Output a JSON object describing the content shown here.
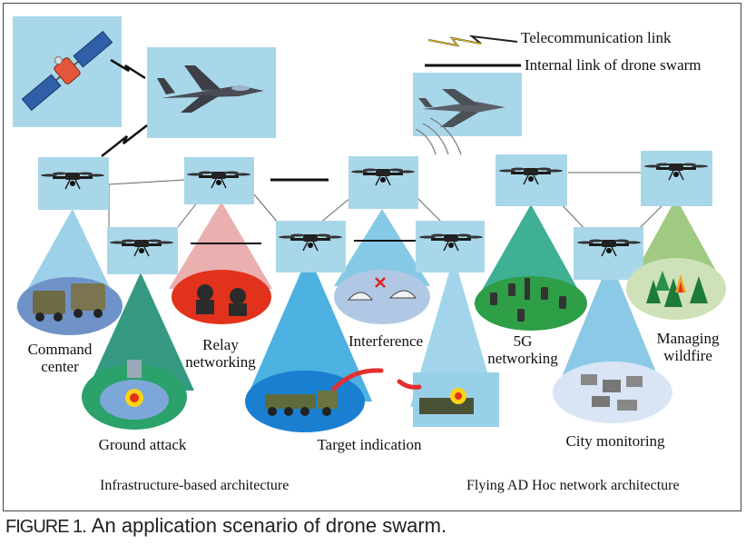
{
  "legend": {
    "telecom_label": "Telecommunication link",
    "internal_label": "Internal link of drone swarm"
  },
  "nodes": {
    "command_center": "Command center",
    "ground_attack": "Ground attack",
    "relay_networking": "Relay networking",
    "interference": "Interference",
    "target_indication": "Target indication",
    "fiveg_networking": "5G networking",
    "managing_wildfire": "Managing wildfire",
    "city_monitoring": "City monitoring"
  },
  "architectures": {
    "infrastructure": "Infrastructure-based architecture",
    "flying_adhoc": "Flying AD Hoc network architecture"
  },
  "caption": {
    "figure_no": "FIGURE 1.",
    "text": "An application scenario of drone swarm."
  },
  "colors": {
    "drone_box": "#a9d7ea",
    "cone_blue": "#5fb7dc",
    "cone_red": "#e8a6a6",
    "cone_green": "#1f9a78",
    "cone_lightgreen": "#8fc46a",
    "ellipse_red": "#e3321b",
    "ellipse_green": "#2e9e47",
    "ellipse_blue": "#1a7fd1",
    "ellipse_grey": "#b0c8e4"
  }
}
